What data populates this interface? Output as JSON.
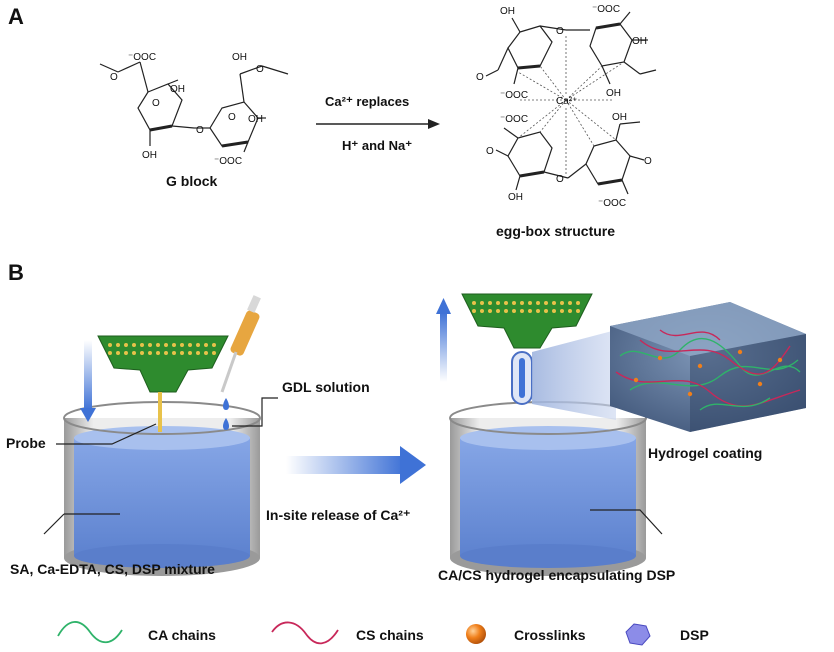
{
  "panel_a": {
    "letter": "A",
    "g_block_label": "G block",
    "arrow_top": "Ca²⁺ replaces",
    "arrow_bottom": "H⁺ and Na⁺",
    "eggbox_label": "egg-box structure",
    "chem": {
      "coo": "⁻OOC",
      "coo_right": "⁻OOC",
      "oh": "OH",
      "o": "O",
      "ca": "Ca²⁺"
    }
  },
  "panel_b": {
    "letter": "B",
    "gdl": "GDL solution",
    "probe": "Probe",
    "mixture": "SA, Ca-EDTA, CS, DSP mixture",
    "release": "In-site release of Ca²⁺",
    "coating": "Hydrogel coating",
    "encap": "CA/CS hydrogel encapsulating DSP"
  },
  "legend": {
    "ca_chains": "CA chains",
    "cs_chains": "CS chains",
    "crosslinks": "Crosslinks",
    "dsp": "DSP"
  },
  "colors": {
    "ca_chain": "#2fb36a",
    "cs_chain": "#c8285a",
    "crosslink": "#f07f1a",
    "dsp": "#6a6ae0",
    "liquid": "#6f92d8",
    "pcb": "#2e8b2e",
    "arrow_blue": "#3f72d6"
  }
}
